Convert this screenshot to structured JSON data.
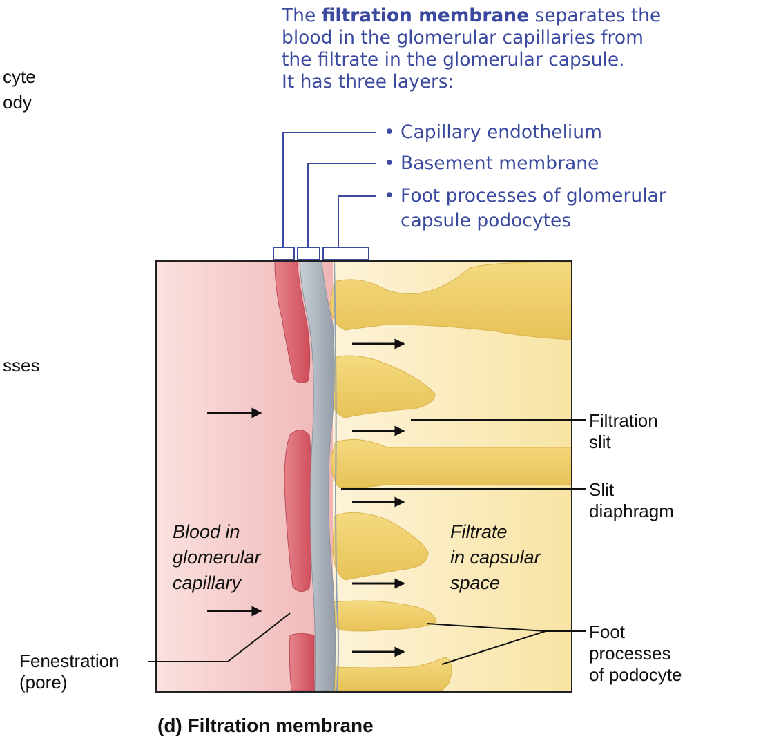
{
  "cropped_labels": {
    "top1": "cyte",
    "top2": "ody",
    "mid": "sses"
  },
  "intro": {
    "pre": "The ",
    "bold": "filtration membrane",
    "post": " separates the",
    "line2": "blood in the glomerular capillaries from",
    "line3": "the filtrate in the glomerular capsule.",
    "line4": "It has three layers:"
  },
  "layers": [
    "• Capillary endothelium",
    "• Basement membrane",
    "• Foot processes of glomerular"
  ],
  "layer3_cont": "capsule podocytes",
  "labels": {
    "filtration_slit_1": "Filtration",
    "filtration_slit_2": "slit",
    "slit_diaphragm_1": "Slit",
    "slit_diaphragm_2": "diaphragm",
    "foot_processes_1": "Foot",
    "foot_processes_2": "processes",
    "foot_processes_3": "of podocyte",
    "fenestration_1": "Fenestration",
    "fenestration_2": "(pore)",
    "blood_1": "Blood in",
    "blood_2": "glomerular",
    "blood_3": "capillary",
    "filtrate_1": "Filtrate",
    "filtrate_2": "in capsular",
    "filtrate_3": "space"
  },
  "caption": "(d) Filtration membrane",
  "colors": {
    "label_blue": "#3b4a9e",
    "blood_pink": "#f3c9c6",
    "endothelium_red": "#d9636e",
    "basement_gray": "#a9b2bc",
    "filtrate_yellow": "#fae9b4",
    "foot_yellow": "#f0cf6a"
  },
  "icons": [
    "arrow-right-icon"
  ]
}
